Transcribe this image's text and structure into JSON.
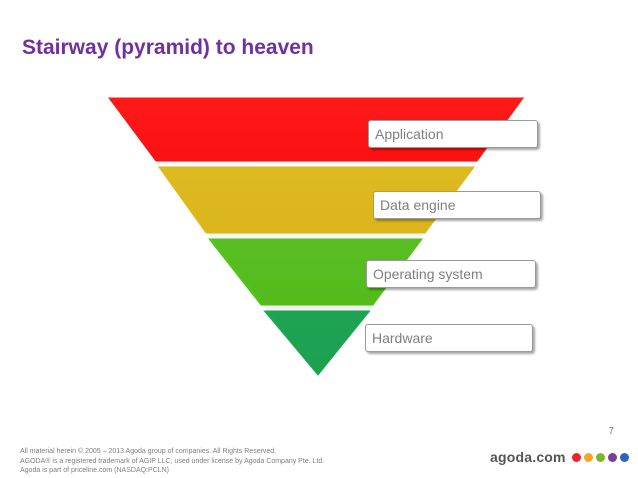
{
  "slide": {
    "title": "Stairway (pyramid) to heaven",
    "page_number": "7"
  },
  "pyramid": {
    "layers": [
      {
        "label": "Application",
        "color": "#FF0000"
      },
      {
        "label": "Data engine",
        "color": "#E1BA12"
      },
      {
        "label": "Operating system",
        "color": "#55C41A"
      },
      {
        "label": "Hardware",
        "color": "#1CAB55"
      }
    ]
  },
  "footer": {
    "lines": [
      "All material herein © 2005 – 2013 Agoda group of companies. All Rights Reserved.",
      "AGODA® is a registered trademark of AGIP LLC, used under license by Agoda Company Pte. Ltd.",
      "Agoda is part of priceline.com (NASDAQ:PCLN)"
    ]
  },
  "brand": {
    "name": "agoda.com",
    "dot_colors": [
      "#E8262B",
      "#F5A623",
      "#7AB829",
      "#7B3F98",
      "#2E63B8"
    ]
  }
}
